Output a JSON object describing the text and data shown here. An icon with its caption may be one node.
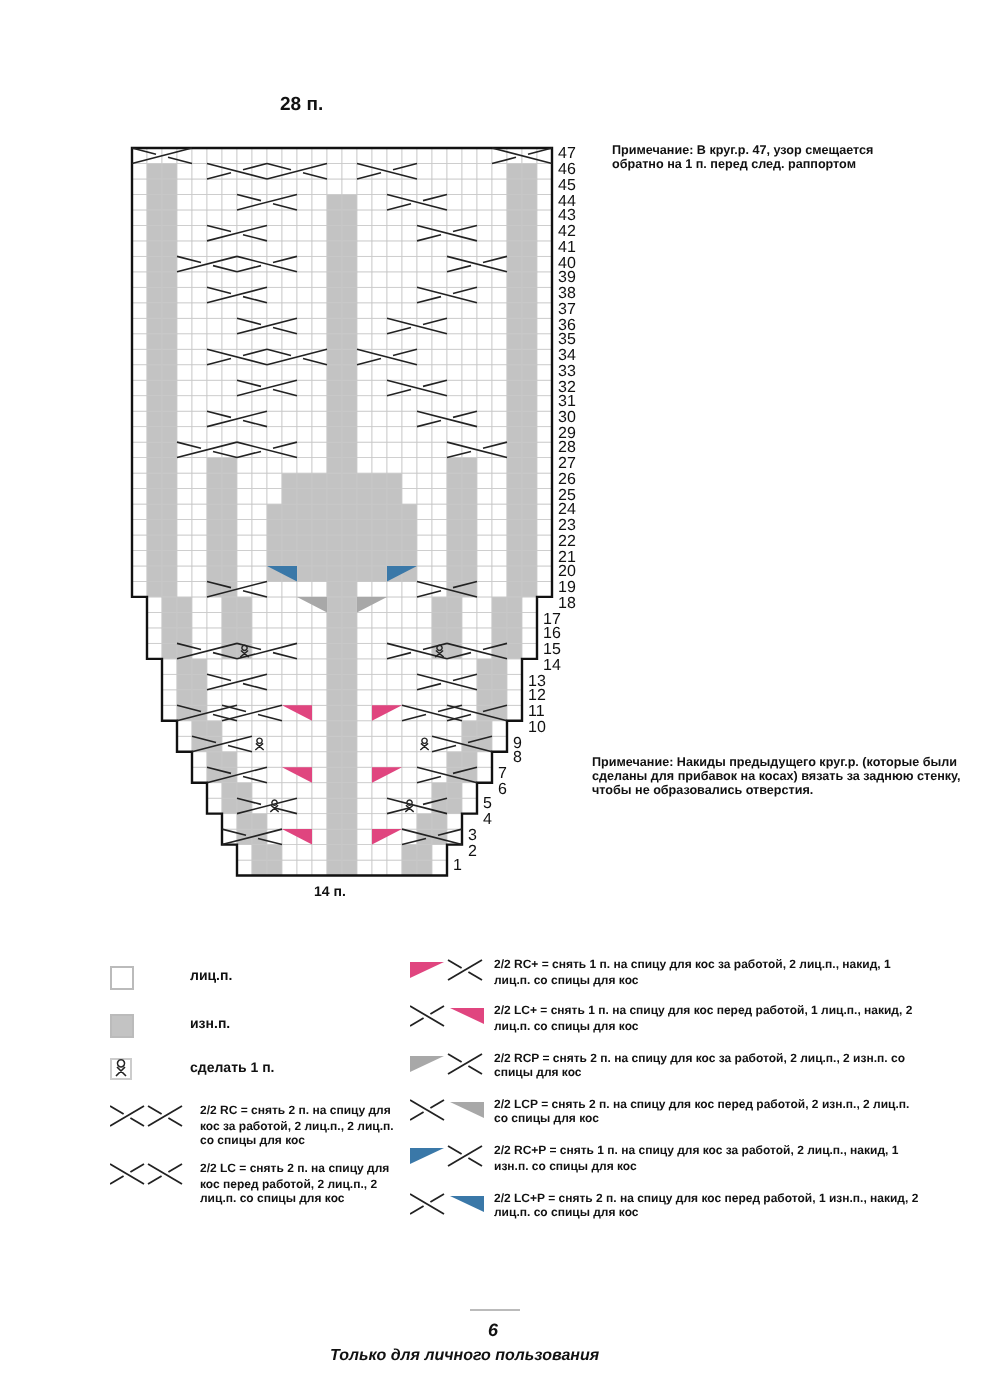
{
  "diagram": {
    "labels": [
      "28 п.",
      "47",
      "46",
      "45",
      "44",
      "43",
      "42",
      "41",
      "40",
      "39",
      "38",
      "37",
      "36",
      "35",
      "34",
      "33",
      "32",
      "31",
      "30",
      "29",
      "28",
      "27",
      "26",
      "25",
      "24",
      "23",
      "22",
      "21",
      "20",
      "19",
      "18",
      "17",
      "16",
      "15",
      "14",
      "13",
      "12",
      "11",
      "10",
      "9",
      "8",
      "7",
      "6",
      "5",
      "4",
      "3",
      "2",
      "1",
      "Примечание: В круг.р. 47, узор смещается обратно на 1 п. перед след. раппортом",
      "14 п.",
      "Примечание: Накиды предыдущего круг.р. (которые были сделаны для прибавок на косах) вязать за заднюю стенку, чтобы не образовались отверстия.",
      "6",
      "Только для личного пользования"
    ],
    "legend": [
      {
        "text": "лиц.п.",
        "color": "#ffffff"
      },
      {
        "text": "изн.п.",
        "color": "#c3c3c3"
      },
      {
        "text": "сделать 1 п."
      },
      {
        "text": "2/2 RC = снять 2 п. на спицу для кос за работой, 2 лиц.п., 2 лиц.п. со спицы для кос"
      },
      {
        "text": "2/2 LC = снять 2 п. на спицу для кос перед работой, 2 лиц.п., 2 лиц.п. со спицы для кос"
      },
      {
        "text": "2/2 RC+ = снять 1 п. на спицу для кос за работой, 2 лиц.п., накид, 1 лиц.п. со спицы для кос",
        "color": "#e0457f"
      },
      {
        "text": "2/2 LC+ = снять 1 п. на спицу для кос перед работой, 1 лиц.п., накид, 2 лиц.п. со спицы для кос",
        "color": "#e0457f"
      },
      {
        "text": "2/2 RCP = снять 2 п. на спицу для кос за работой, 2 лиц.п., 2 изн.п. со спицы для кос",
        "color": "#a8a8a8"
      },
      {
        "text": "2/2 LCP = снять 2 п. на спицу для кос перед работой, 2 изн.п., 2 лиц.п. со спицы для кос",
        "color": "#a8a8a8"
      },
      {
        "text": "2/2 RC+P = снять 1 п. на спицу для кос за работой, 2 лиц.п., накид, 1 изн.п. со спицы для кос",
        "color": "#3a78a8"
      },
      {
        "text": "2/2 LC+P = снять 2 п. на спицу для кос перед работой, 1 изн.п., накид, 2 лиц.п. со спицы для кос",
        "color": "#3a78a8"
      }
    ]
  }
}
